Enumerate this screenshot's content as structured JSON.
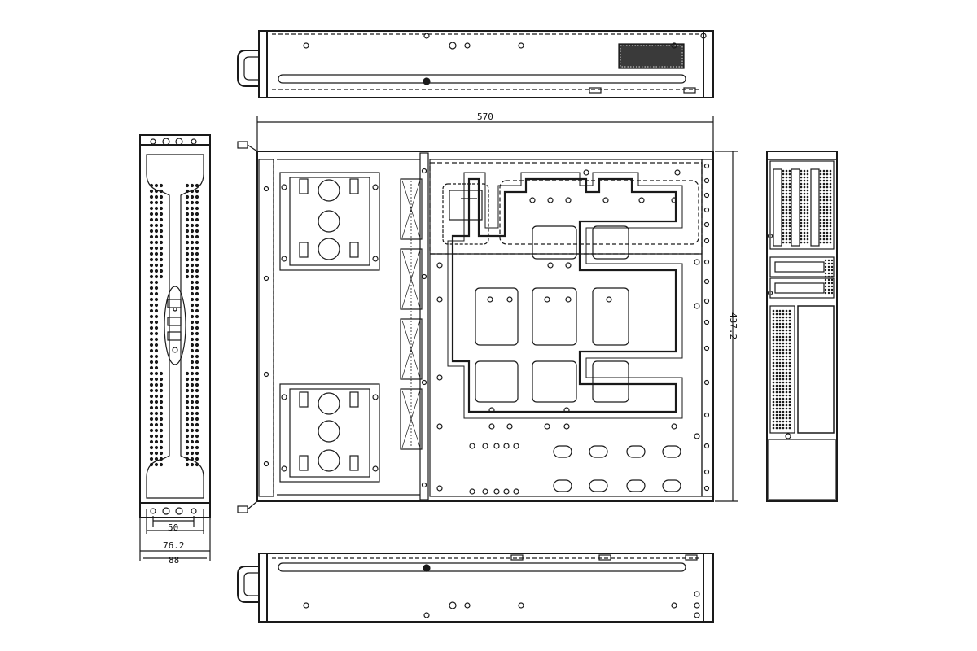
{
  "drawing": {
    "subject": "",
    "views": [
      "top-side-view",
      "front-panel-view",
      "plan-view",
      "rear-panel-view",
      "bottom-side-view"
    ],
    "line_color": "#1a1a1a",
    "background": "#ffffff"
  },
  "dimensions": {
    "overall_depth": "570",
    "overall_width": "437.2",
    "front_panel_height": "88",
    "handle_pitch": "76.2",
    "handle_inner": "50"
  }
}
